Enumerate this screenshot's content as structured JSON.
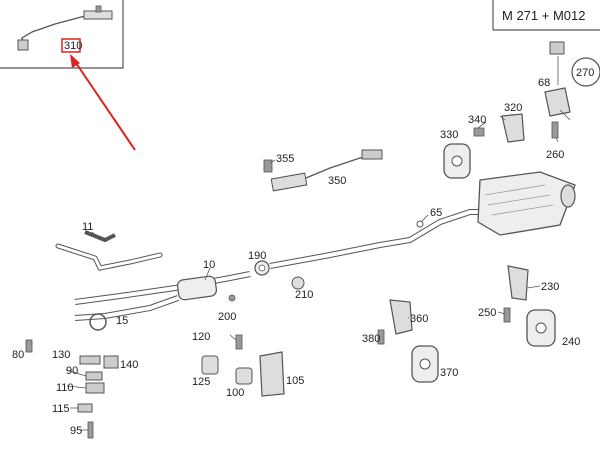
{
  "diagram": {
    "model_code": "M 271 + M012",
    "colors": {
      "line": "#555555",
      "callout": "#e02020",
      "part_fill": "#eeeeee",
      "part_dark": "#777777"
    },
    "parts": [
      {
        "id": "p10",
        "label": "10"
      },
      {
        "id": "p11",
        "label": "11"
      },
      {
        "id": "p15",
        "label": "15"
      },
      {
        "id": "p65",
        "label": "65"
      },
      {
        "id": "p68",
        "label": "68"
      },
      {
        "id": "p80",
        "label": "80"
      },
      {
        "id": "p90",
        "label": "90"
      },
      {
        "id": "p95",
        "label": "95"
      },
      {
        "id": "p100",
        "label": "100"
      },
      {
        "id": "p105",
        "label": "105"
      },
      {
        "id": "p110",
        "label": "110"
      },
      {
        "id": "p115",
        "label": "115"
      },
      {
        "id": "p120",
        "label": "120"
      },
      {
        "id": "p125",
        "label": "125"
      },
      {
        "id": "p130",
        "label": "130"
      },
      {
        "id": "p140",
        "label": "140"
      },
      {
        "id": "p190",
        "label": "190"
      },
      {
        "id": "p200",
        "label": "200"
      },
      {
        "id": "p210",
        "label": "210"
      },
      {
        "id": "p230",
        "label": "230"
      },
      {
        "id": "p240",
        "label": "240"
      },
      {
        "id": "p250",
        "label": "250"
      },
      {
        "id": "p260",
        "label": "260"
      },
      {
        "id": "p270",
        "label": "270"
      },
      {
        "id": "p310",
        "label": "310"
      },
      {
        "id": "p320",
        "label": "320"
      },
      {
        "id": "p330",
        "label": "330"
      },
      {
        "id": "p340",
        "label": "340"
      },
      {
        "id": "p350",
        "label": "350"
      },
      {
        "id": "p355",
        "label": "355"
      },
      {
        "id": "p360",
        "label": "360"
      },
      {
        "id": "p370",
        "label": "370"
      },
      {
        "id": "p380",
        "label": "380"
      }
    ]
  }
}
